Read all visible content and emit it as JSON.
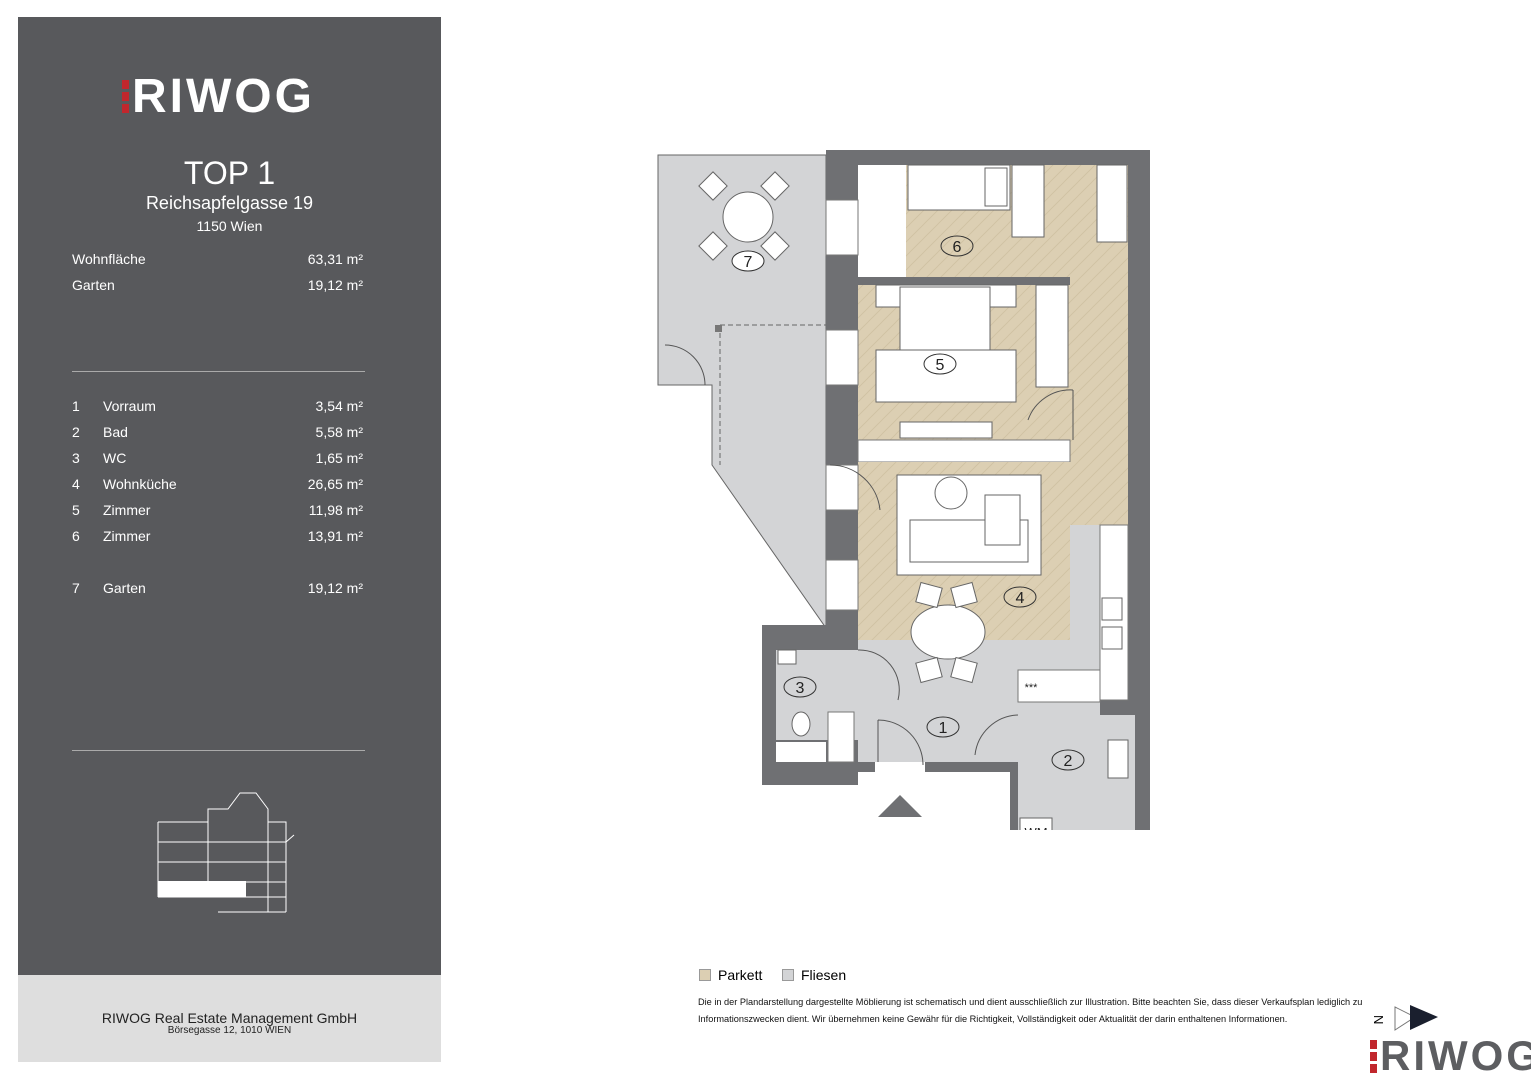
{
  "brand": "RIWOG",
  "header": {
    "title": "TOP 1",
    "street": "Reichsapfelgasse 19",
    "city": "1150 Wien"
  },
  "summary": [
    {
      "label": "Wohnfläche",
      "value": "63,31 m²"
    },
    {
      "label": "Garten",
      "value": "19,12 m²"
    }
  ],
  "rooms": [
    {
      "num": "1",
      "name": "Vorraum",
      "area": "3,54 m²"
    },
    {
      "num": "2",
      "name": "Bad",
      "area": "5,58 m²"
    },
    {
      "num": "3",
      "name": "WC",
      "area": "1,65 m²"
    },
    {
      "num": "4",
      "name": "Wohnküche",
      "area": "26,65 m²"
    },
    {
      "num": "5",
      "name": "Zimmer",
      "area": "11,98 m²"
    },
    {
      "num": "6",
      "name": "Zimmer",
      "area": "13,91 m²"
    },
    {
      "num": "7",
      "name": "Garten",
      "area": "19,12 m²"
    }
  ],
  "company": {
    "name": "RIWOG Real Estate Management GmbH",
    "address": "Börsegasse 12, 1010 WIEN"
  },
  "legend": [
    {
      "label": "Parkett",
      "color": "#dccfb3"
    },
    {
      "label": "Fliesen",
      "color": "#d3d4d6"
    }
  ],
  "plan": {
    "wm_label": "WM",
    "stove_label": "***",
    "north_label": "N"
  },
  "disclaimer": "Die in der Plandarstellung dargestellte Möblierung ist schematisch und dient ausschließlich zur Illustration.  Bitte beachten Sie, dass dieser Verkaufsplan lediglich zu Informationszwecken dient. Wir übernehmen keine Gewähr für die Richtigkeit, Vollständigkeit oder Aktualität der darin enthaltenen Informationen.",
  "colors": {
    "panel": "#58595c",
    "accent": "#c1272d",
    "wall": "#6f7073",
    "parkett": "#dccfb3",
    "fliesen": "#d3d4d6"
  }
}
